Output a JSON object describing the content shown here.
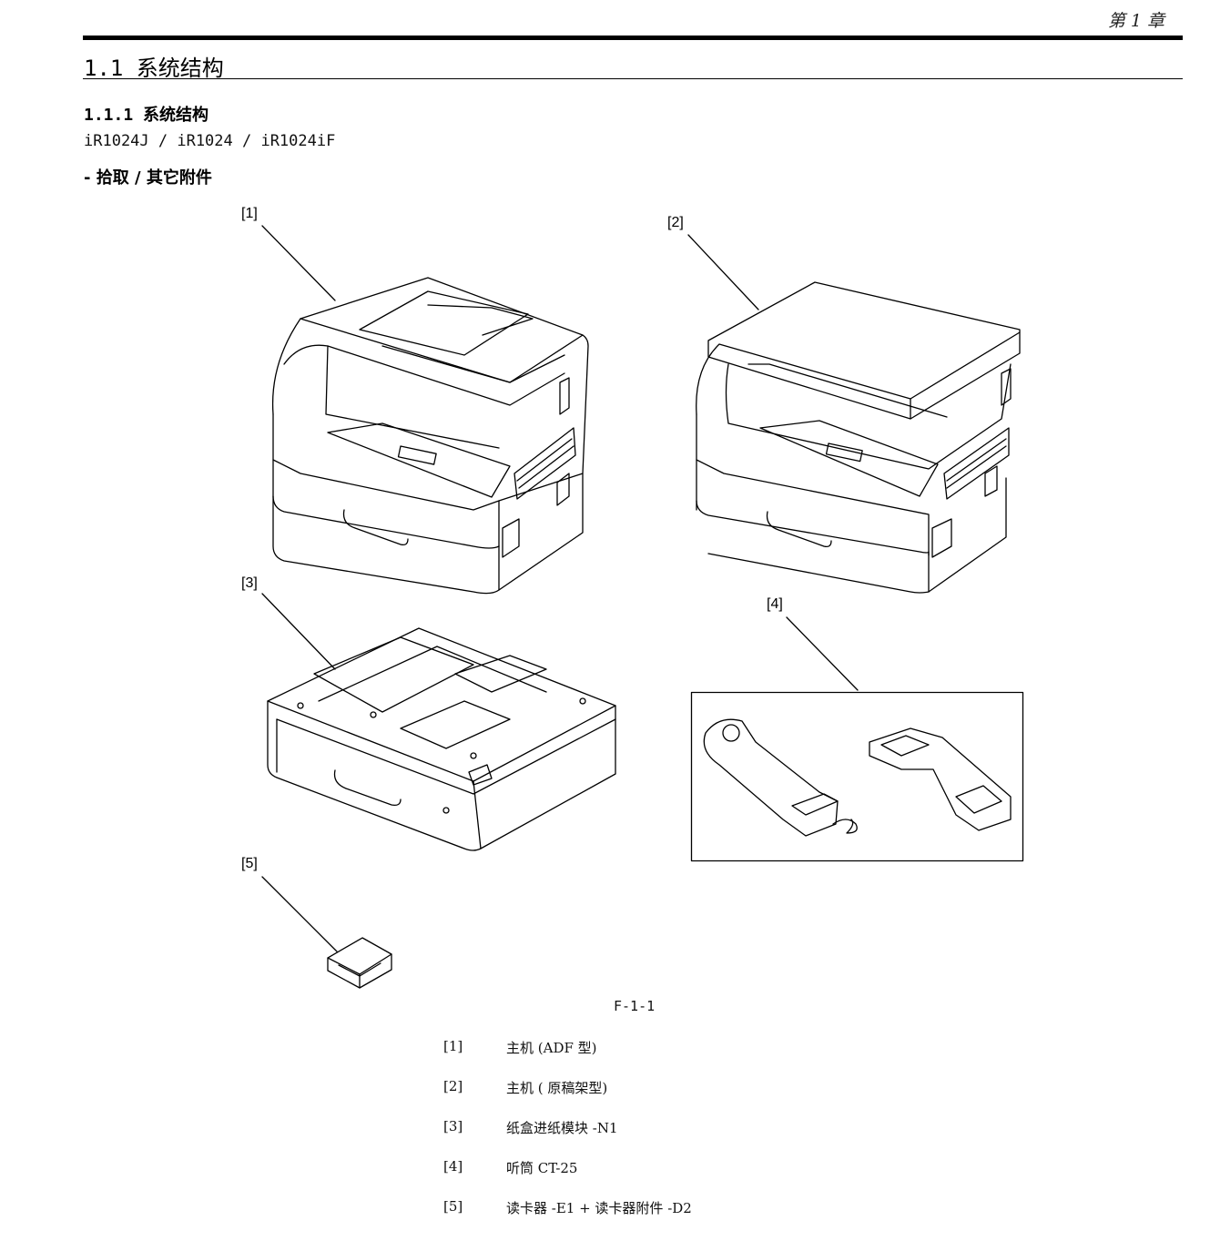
{
  "header": {
    "chapter": "第 1 章"
  },
  "section": {
    "title": "1.1 系统结构",
    "subtitle": "1.1.1 系统结构",
    "models": "iR1024J / iR1024 / iR1024iF",
    "category": "- 拾取 / 其它附件"
  },
  "figure": {
    "callouts": [
      "[1]",
      "[2]",
      "[3]",
      "[4]",
      "[5]"
    ],
    "caption": "F-1-1"
  },
  "legend": [
    {
      "num": "[1]",
      "text": "主机 (ADF 型)"
    },
    {
      "num": "[2]",
      "text": "主机 ( 原稿架型)"
    },
    {
      "num": "[3]",
      "text": "纸盒进纸模块 -N1"
    },
    {
      "num": "[4]",
      "text": "听筒 CT-25"
    },
    {
      "num": "[5]",
      "text": "读卡器 -E1 + 读卡器附件 -D2"
    }
  ]
}
